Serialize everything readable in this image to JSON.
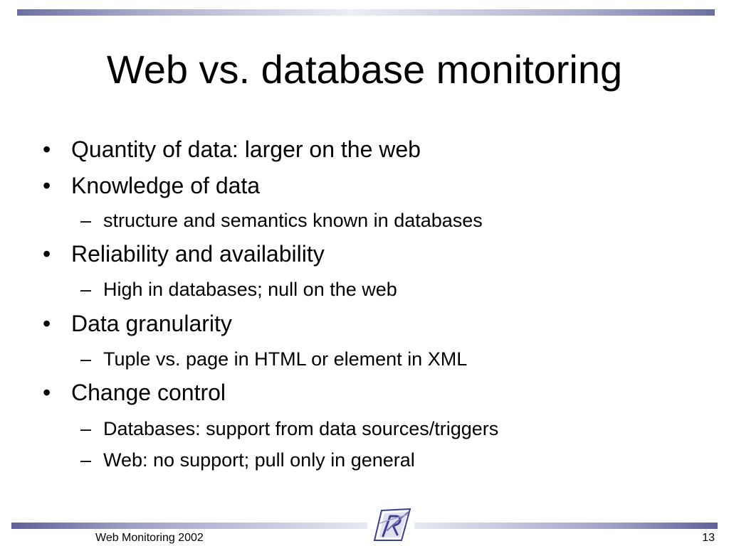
{
  "slide": {
    "title": "Web vs. database monitoring",
    "bullets": [
      {
        "marker": "•",
        "text": "Quantity of data: larger on the web"
      },
      {
        "marker": "•",
        "text": "Knowledge of data"
      },
      {
        "marker": "–",
        "text": "structure and semantics known in databases"
      },
      {
        "marker": "•",
        "text": "Reliability and availability"
      },
      {
        "marker": "–",
        "text": "High in databases; null on the web"
      },
      {
        "marker": "•",
        "text": "Data granularity"
      },
      {
        "marker": "–",
        "text": "Tuple vs. page in HTML or element in XML"
      },
      {
        "marker": "•",
        "text": "Change control"
      },
      {
        "marker": "–",
        "text": "Databases: support from data sources/triggers"
      },
      {
        "marker": "–",
        "text": "Web: no support; pull only in general"
      }
    ]
  },
  "footer": {
    "left_text": "Web Monitoring 2002",
    "page_number": "13"
  },
  "theme": {
    "rule_color": "#6b6fa3",
    "logo_color": "#3a3f8f",
    "text_color": "#000000",
    "background": "#ffffff"
  },
  "icons": {
    "logo": "stylized-r-logo-icon"
  }
}
